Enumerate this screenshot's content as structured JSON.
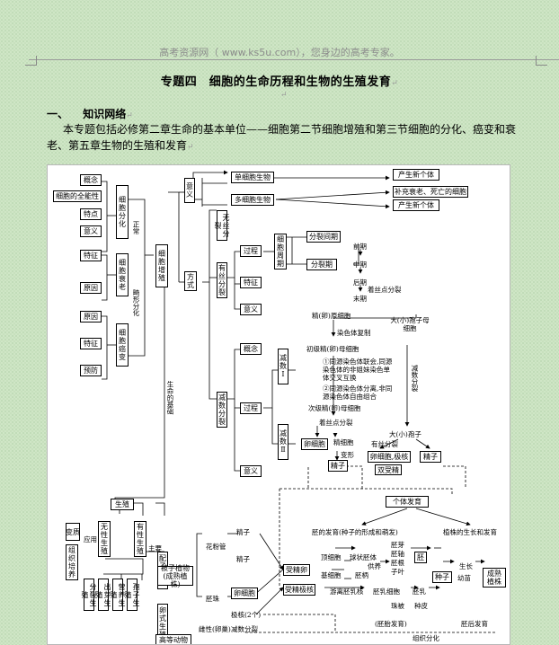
{
  "header": {
    "source": "高考资源网（ www.ks5u.com），您身边的高考专家。"
  },
  "title": "专题四　细胞的生命历程和生物的生殖发育",
  "section": {
    "number": "一、",
    "label": "知识网络"
  },
  "paragraph": "本专题包括必修第二章生命的基本单位——细胞第二节细胞增殖和第三节细胞的分化、癌变和衰老、第五章生物的生殖和发育",
  "diagram": {
    "left": {
      "concept": "概念",
      "totipotency": "细胞的全能性",
      "feature": "特点",
      "meaning": "意义",
      "diff": "细胞分化",
      "normal": "正常",
      "aging_feat": "特征",
      "aging_cause": "原因",
      "aging": "细胞衰老",
      "abnormal": "畸形分化",
      "cancer_cause": "原因",
      "cancer_feat": "特征",
      "prevent": "预防",
      "cancer": "细胞癌变",
      "life_base": "生命的基础"
    },
    "prolif": {
      "prolif": "细胞增殖",
      "meaning": "意义",
      "single": "单细胞生物",
      "multi": "多细胞生物",
      "new_ind": "产生新个体",
      "replenish": "补充衰老、死亡的细胞",
      "new_ind2": "产生新个体",
      "mode": "方式",
      "amitosis": "无丝分裂",
      "mitosis": "有丝分裂",
      "meiosis": "减数分裂",
      "process": "过程",
      "cycle": "细胞周期",
      "interphase": "分裂间期",
      "m_phase": "分裂期",
      "pro": "前期",
      "meta": "中期",
      "ana": "后期",
      "telo": "末期",
      "mfeat": "特征",
      "mmean": "意义",
      "stain": "着丝点分裂"
    },
    "meiosis": {
      "concept": "概念",
      "process": "过程",
      "meaning": "意义",
      "m1": "减数Ⅰ",
      "m2": "减数Ⅱ",
      "primordial": "精(卵)原细胞",
      "dup": "染色体复制",
      "primary": "初级精(卵)母细胞",
      "note1": "①同源染色体联会,同源染色体的非姐妹染色单体交叉互换",
      "note2": "②同源染色体分离,非同源染色体自由组合",
      "secondary": "次级精(卵)母细胞",
      "split": "着丝点分裂",
      "egg_sperm": "卵细胞",
      "sperm_cell": "精细胞",
      "change": "变形",
      "sperm": "精子",
      "mother": "大(小)孢子母细胞",
      "meiosis_lbl": "减数分裂",
      "spore": "大(小)孢子",
      "mito_lbl": "有丝分裂",
      "egg_polar": "卵细胞,极核",
      "sperm2": "精子",
      "double": "双受精"
    },
    "repro": {
      "repro": "生殖",
      "variation": "变质",
      "application": "应用",
      "tissue": "组织培养",
      "asexual": "无性生殖",
      "sexual": "有性生殖",
      "division": "分裂生殖",
      "budding": "出芽生殖",
      "vegetative": "营养生殖",
      "spore": "孢子生殖",
      "main": "主要",
      "gamete": "配子生殖",
      "egg_repro": "卵式生殖",
      "angio": "被子植物(成熟植株)",
      "pollen": "花粉管",
      "sperm": "精子",
      "ovule": "胚珠",
      "ovum": "卵细胞",
      "polar": "极核(2个)",
      "fertilized_egg": "受精卵",
      "fertilized_polar": "受精极核",
      "dev": "个体发育",
      "embryo_dev": "胚的发育(种子的形成和萌发)",
      "plant_grow": "植株的生长和发育",
      "proembryo": "顶细胞",
      "sphere": "球状胚体",
      "basal": "基细胞",
      "suspensor": "胚柄",
      "supply": "供养",
      "bud": "胚芽",
      "axis": "胚轴",
      "root": "胚根",
      "cotyledon": "子叶",
      "embryo": "胚",
      "seed": "种子",
      "seedling": "幼苗",
      "mature": "成熟植株",
      "free_nuc": "游离胚乳核",
      "endosperm_cell": "胚乳细胞",
      "endosperm": "胚乳",
      "integument": "珠被",
      "coat": "种皮",
      "growth": "生长",
      "animal": "高等动物",
      "male_female": "雌性(卵巢)",
      "meiosis_lbl": "减数分裂",
      "before_birth": "胚后发育",
      "fert": "(胚胎发育)",
      "tissue_diff": "组织分化"
    }
  }
}
